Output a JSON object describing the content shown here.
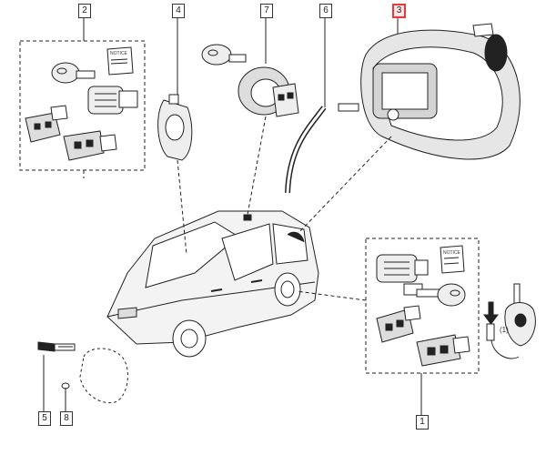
{
  "callouts": {
    "c1": "1",
    "c2": "2",
    "c3": "3",
    "c4": "4",
    "c5": "5",
    "c6": "6",
    "c7": "7",
    "c8": "8"
  },
  "labels": {
    "step_note": "(1)",
    "notice_top": "NOTICE",
    "notice_right": "NOTICE"
  },
  "colors": {
    "line": "#222222",
    "highlight_border": "#e23b3b",
    "highlight_fill": "#fde3e3"
  }
}
